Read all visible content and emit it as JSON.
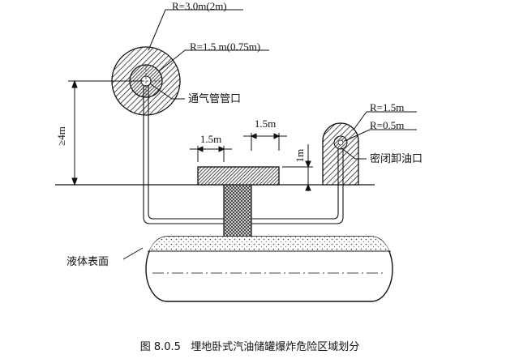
{
  "labels": {
    "r_outer_vent": "R=3.0m(2m)",
    "r_inner_vent": "R=1.5 m(0.75m)",
    "vent_pipe": "通气管管口",
    "height_4m": "≥4m",
    "dim_1_5m_left": "1.5m",
    "dim_1_5m_right": "1.5m",
    "dim_1m": "1m",
    "r_outer_unload": "R=1.5m",
    "r_inner_unload": "R=0.5m",
    "sealed_unload": "密闭卸油口",
    "liquid_surface": "液体表面"
  },
  "caption": "图 8.0.5   埋地卧式汽油储罐爆炸危险区域划分"
}
